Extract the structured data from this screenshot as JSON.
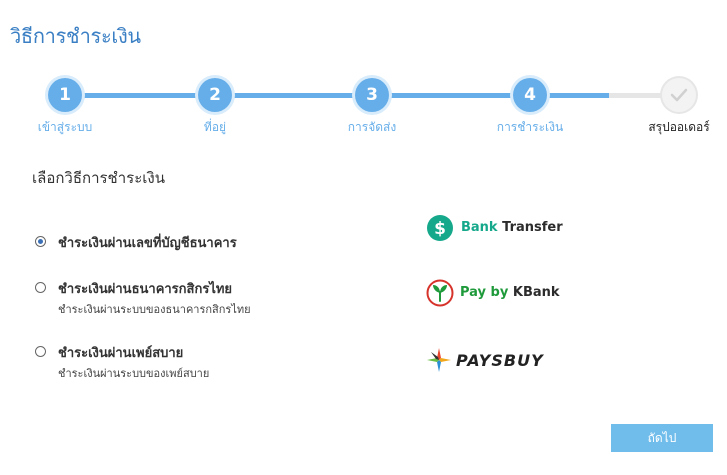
{
  "page": {
    "title": "วิธีการชำระเงิน"
  },
  "stepper": {
    "steps": [
      {
        "number": "1",
        "label": "เข้าสู่ระบบ"
      },
      {
        "number": "2",
        "label": "ที่อยู่"
      },
      {
        "number": "3",
        "label": "การจัดส่ง"
      },
      {
        "number": "4",
        "label": "การชำระเงิน"
      },
      {
        "number": "",
        "label": "สรุปออเดอร์"
      }
    ],
    "current_step": 5
  },
  "payment": {
    "section_title": "เลือกวิธีการชำระเงิน",
    "methods": [
      {
        "title": "ชำระเงินผ่านเลขที่บัญชีธนาคาร",
        "subtitle": "",
        "selected": true,
        "logo": "bank-transfer"
      },
      {
        "title": "ชำระเงินผ่านธนาคารกสิกรไทย",
        "subtitle": "ชำระเงินผ่านระบบของธนาคารกสิกรไทย",
        "selected": false,
        "logo": "pay-by-kbank"
      },
      {
        "title": "ชำระเงินผ่านเพย์สบาย",
        "subtitle": "ชำระเงินผ่านระบบของเพย์สบาย",
        "selected": false,
        "logo": "paysbuy"
      }
    ]
  },
  "logos": {
    "bank_transfer": {
      "word1": "Bank",
      "word2": "Transfer",
      "color1": "#16a88b",
      "color2": "#2c2c2c"
    },
    "kbank": {
      "word1": "Pay by",
      "word2": "KBank",
      "color1": "#1f9a3b",
      "color2": "#2c2c2c"
    },
    "paysbuy": {
      "word": "PAYSBUY",
      "color": "#222222"
    }
  },
  "colors": {
    "accent": "#66aee9",
    "title": "#3a7fc4",
    "button": "#70bdec"
  },
  "footer": {
    "next_label": "ถัดไป"
  }
}
